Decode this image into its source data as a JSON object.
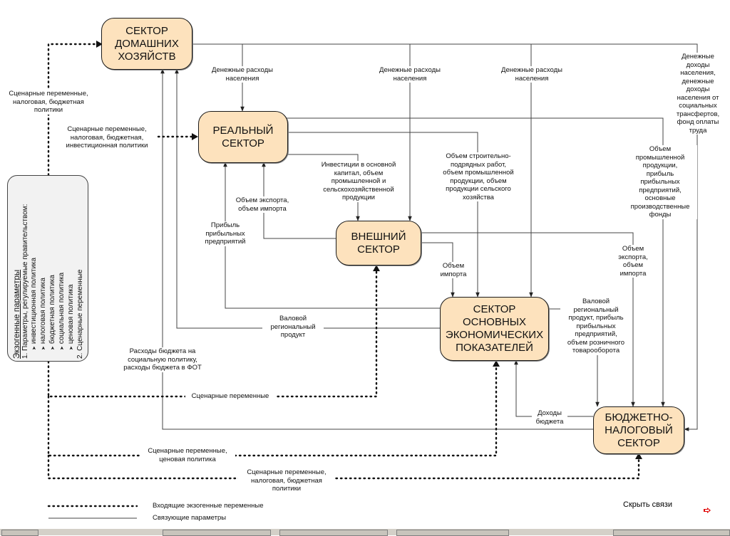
{
  "nodes": {
    "households": "СЕКТОР\nДОМАШНИХ\nХОЗЯЙСТВ",
    "real": "РЕАЛЬНЫЙ\nСЕКТОР",
    "external": "ВНЕШНИЙ\nСЕКТОР",
    "indicators": "СЕКТОР\nОСНОВНЫХ\nЭКОНОМИЧЕСКИХ\nПОКАЗАТЕЛЕЙ",
    "budget": "БЮДЖЕТНО-\nНАЛОГОВЫЙ\nСЕКТОР"
  },
  "labels": {
    "spend1": "Денежные расходы\nнаселения",
    "spend2": "Денежные расходы\nнаселения",
    "spend3": "Денежные расходы\nнаселения",
    "income": "Денежные\nдоходы\nнаселения,\nденежные\nдоходы\nнаселения от\nсоциальных\nтрансфертов,\nфонд оплаты\nтруда",
    "scen_hh": "Сценарные переменные,\nналоговая, бюджетная\nполитики",
    "scen_real": "Сценарные переменные,\nналоговая, бюджетная,\nинвестиционная политики",
    "investment": "Инвестиции в основной\nкапитал, объем\nпромышленной и\nсельскохозяйственной\nпродукции",
    "construction": "Объем строительно-\nподрядных работ,\nобъем промышленной\nпродукции, объем\nпродукции сельского\nхозяйства",
    "industrial": "Объем\nпромышленной\nпродукции,\nприбыль\nприбыльных\nпредприятий,\nосновные\nпроизводственные\nфонды",
    "exp_imp_left": "Объем экспорта,\nобъем импорта",
    "profit": "Прибыль\nприбыльных\nпредприятий",
    "import": "Объем\nимпорта",
    "exp_imp_right": "Объем\nэкспорта,\nобъем\nимпорта",
    "grp_left": "Валовой\nрегиональный\nпродукт",
    "grp_right": "Валовой\nрегиональный\nпродукт, прибыль\nприбыльных\nпредприятий,\nобъем розничного\nтоварооборота",
    "budget_spend": "Расходы бюджета на\nсоциальную политику,\nрасходы бюджета в ФОТ",
    "scen_ext": "Сценарные переменные",
    "revenue": "Доходы\nбюджета",
    "scen_price": "Сценарные переменные,\nценовая политика",
    "scen_budget": "Сценарные переменные,\nналоговая, бюджетная\nполитики"
  },
  "params": {
    "title": "Экзогенные параметры",
    "item1": "1. Параметры, регулируемые правительством:",
    "sub": [
      "инвестиционная политика",
      "налоговая политика",
      "бюджетная политика",
      "социальная политика",
      "ценовая политика"
    ],
    "item2": "2. Сценарные переменные"
  },
  "legend": {
    "dotted": "Входящие экзогенные переменные",
    "solid": "Связующие параметры"
  },
  "hide_links": "Скрыть связи",
  "colors": {
    "node_fill": "#fde2bd",
    "link": "#333333",
    "exit_icon": "#e00000"
  }
}
